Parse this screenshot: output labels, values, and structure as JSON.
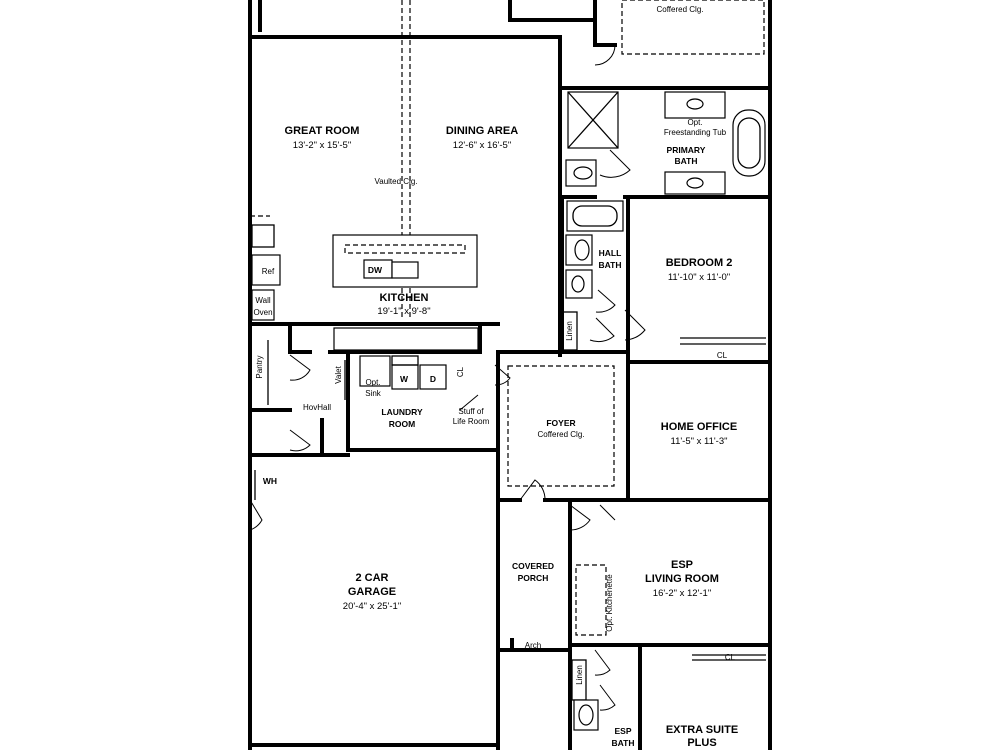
{
  "rooms": {
    "primary_top": {
      "note": "Coffered Clg."
    },
    "great_room": {
      "name": "GREAT ROOM",
      "dims": "13'-2\" x 15'-5\""
    },
    "dining": {
      "name": "DINING AREA",
      "dims": "12'-6\" x 16'-5\""
    },
    "vaulted": "Vaulted Clg.",
    "kitchen": {
      "name": "KITCHEN",
      "dims": "19'-1\" x 9'-8\""
    },
    "primary_bath": {
      "name_1": "PRIMARY",
      "name_2": "BATH",
      "tub_1": "Opt.",
      "tub_2": "Freestanding Tub"
    },
    "hall_bath": {
      "name_1": "HALL",
      "name_2": "BATH"
    },
    "bedroom2": {
      "name": "BEDROOM 2",
      "dims": "11'-10\" x 11'-0\""
    },
    "foyer": {
      "name": "FOYER",
      "note": "Coffered Clg."
    },
    "home_office": {
      "name": "HOME OFFICE",
      "dims": "11'-5\" x 11'-3\""
    },
    "laundry": {
      "name_1": "LAUNDRY",
      "name_2": "ROOM"
    },
    "stuff": {
      "line_1": "Stuff of",
      "line_2": "Life Room"
    },
    "hovhall": "HovHall",
    "garage": {
      "name_1": "2 CAR",
      "name_2": "GARAGE",
      "dims": "20'-4\" x 25'-1\""
    },
    "porch": {
      "name_1": "COVERED",
      "name_2": "PORCH"
    },
    "esp_living": {
      "name_1": "ESP",
      "name_2": "LIVING ROOM",
      "dims": "16'-2\" x 12'-1\""
    },
    "esp_bath": {
      "name_1": "ESP",
      "name_2": "BATH"
    },
    "extra_suite": {
      "name_1": "EXTRA SUITE",
      "name_2": "PLUS"
    }
  },
  "labels": {
    "ref": "Ref",
    "wall_oven_1": "Wall",
    "wall_oven_2": "Oven",
    "dw": "DW",
    "pantry": "Pantry",
    "valet": "Valet",
    "opt_sink_1": "Opt.",
    "opt_sink_2": "Sink",
    "washer": "W",
    "dryer": "D",
    "cl": "CL",
    "linen": "Linen",
    "wh": "WH",
    "arch": "Arch",
    "opt_kitchenette": "Opt. Kitchenette"
  }
}
